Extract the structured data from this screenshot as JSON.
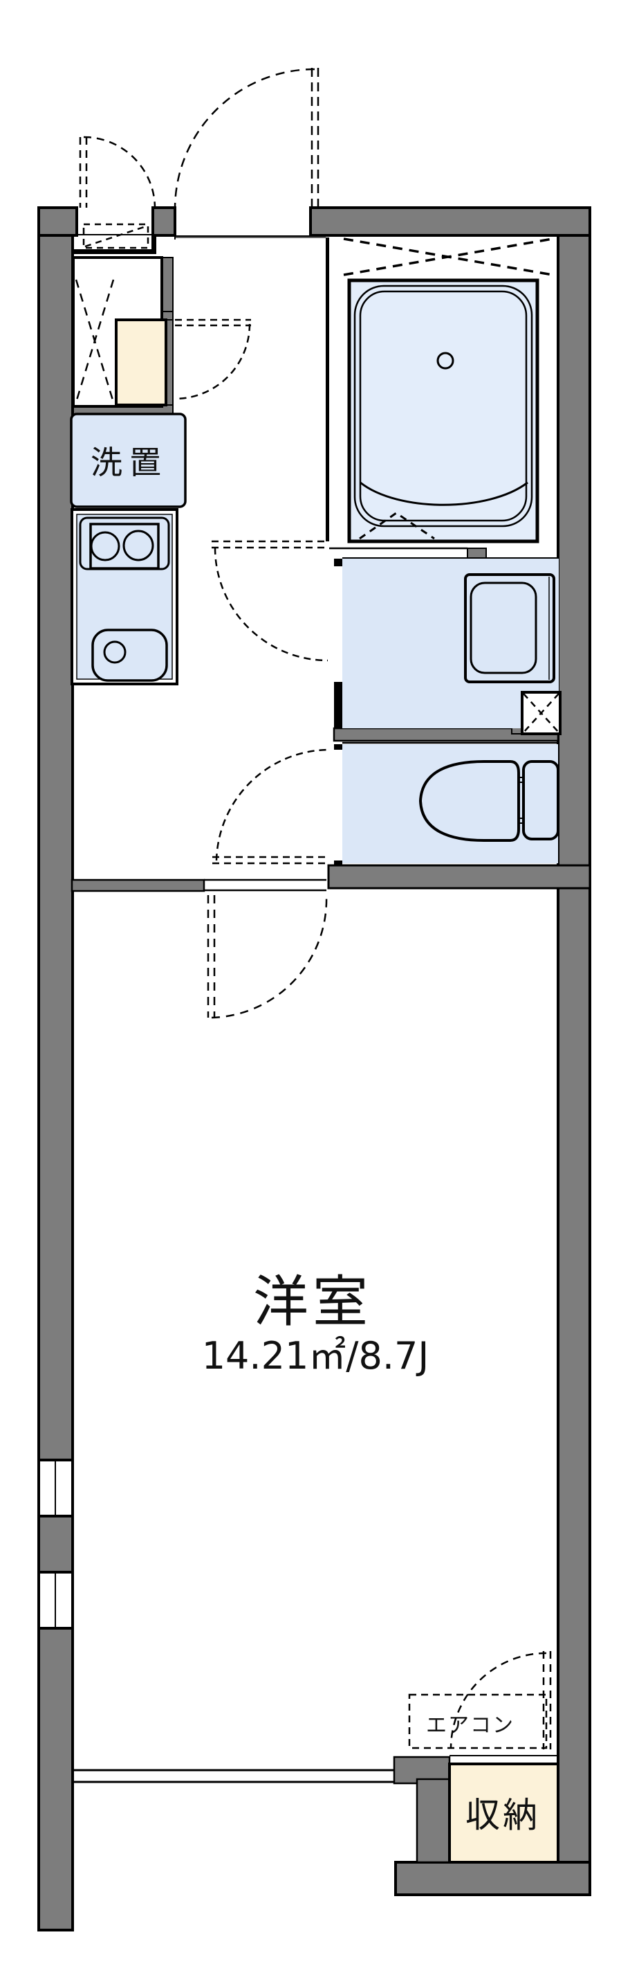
{
  "floorplan": {
    "title": "apartment-unit-floor-plan",
    "rooms": {
      "washer_space": {
        "label": "洗置"
      },
      "main_room": {
        "label": "洋室",
        "area_label": "14.21㎡/8.7J",
        "area_m2": "14.21",
        "area_jo": "8.7"
      },
      "aircon": {
        "label": "エアコン"
      },
      "storage": {
        "label": "収納"
      }
    },
    "colors": {
      "wall_gray": "#7d7d7d",
      "outline_black": "#000000",
      "water_blue": "#dbe7f7",
      "bathtub_blue": "#e3edfa",
      "storage_cream": "#fcf2d9",
      "background": "#ffffff"
    }
  }
}
